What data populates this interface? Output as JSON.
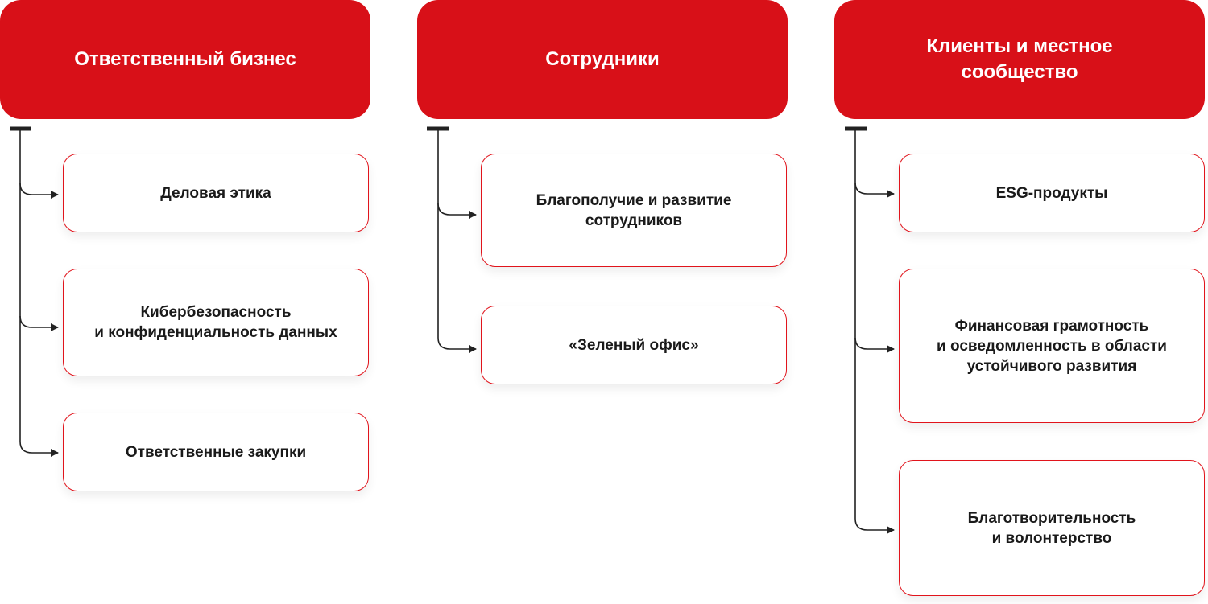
{
  "diagram": {
    "colors": {
      "header_bg": "#d81018",
      "child_border": "#e1141c",
      "text": "#1a1a1a",
      "connector": "#222222"
    },
    "columns": [
      {
        "title": "Ответственный бизнес",
        "children": [
          {
            "label": "Деловая этика"
          },
          {
            "label": "Кибербезопасность\nи конфиденциальность данных"
          },
          {
            "label": "Ответственные закупки"
          }
        ]
      },
      {
        "title": "Сотрудники",
        "children": [
          {
            "label": "Благополучие и развитие\nсотрудников"
          },
          {
            "label": "«Зеленый офис»"
          }
        ]
      },
      {
        "title": "Клиенты и местное\nсообщество",
        "children": [
          {
            "label": "ESG-продукты"
          },
          {
            "label": "Финансовая грамотность\nи осведомленность в области\nустойчивого развития"
          },
          {
            "label": "Благотворительность\nи волонтерство"
          }
        ]
      }
    ]
  }
}
